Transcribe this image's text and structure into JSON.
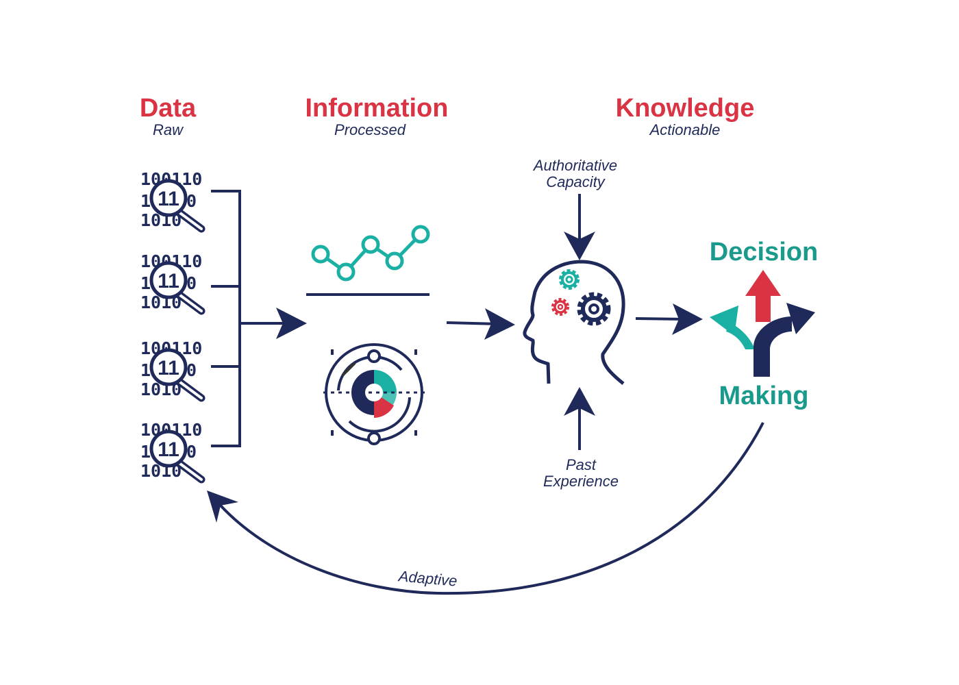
{
  "stages": {
    "data": {
      "title": "Data",
      "subtitle": "Raw"
    },
    "information": {
      "title": "Information",
      "subtitle": "Processed"
    },
    "knowledge": {
      "title": "Knowledge",
      "subtitle": "Actionable"
    }
  },
  "inputs": {
    "top": [
      "Authoritative",
      "Capacity"
    ],
    "bottom": [
      "Past",
      "Experience"
    ]
  },
  "decision": {
    "line1": "Decision",
    "line2": "Making"
  },
  "feedback": {
    "label": "Adaptive"
  },
  "data_icon": {
    "binary_top": "100110",
    "binary_mid": "1",
    "binary_mid_end": "0",
    "binary_bottom": "1010",
    "lens_number": "11",
    "count": 4
  },
  "colors": {
    "navy": "#1f2a5a",
    "red": "#d93344",
    "teal": "#1a9a8c",
    "teal_light": "#27b3a4"
  }
}
